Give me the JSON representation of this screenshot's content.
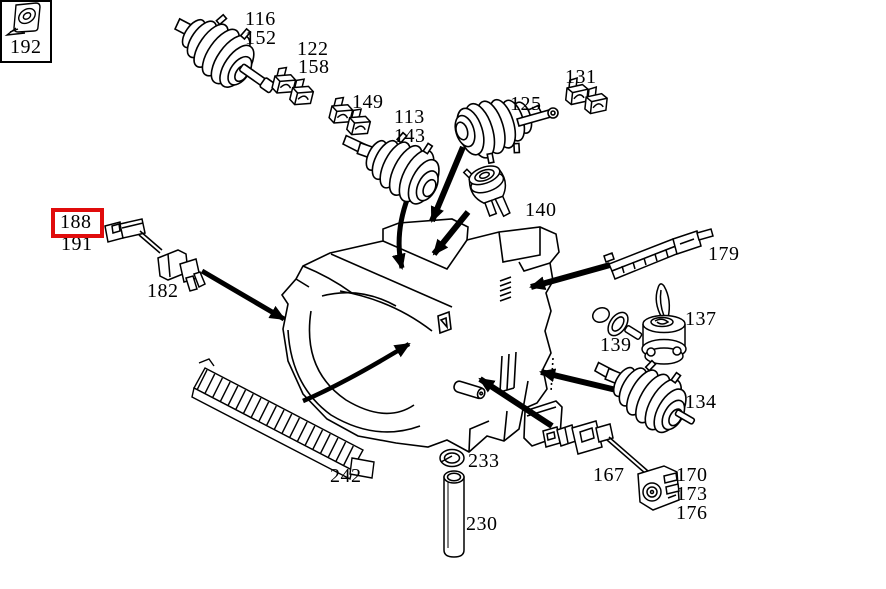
{
  "diagram": {
    "background_color": "#ffffff",
    "line_color": "#000000",
    "highlight": {
      "part_number": "188",
      "color": "#e00c0c"
    },
    "legend_box": {
      "part_number": "192",
      "drawing": "switchover-valve"
    },
    "labels": {
      "p192": "192",
      "p116": "116",
      "p152": "152",
      "p122": "122",
      "p158": "158",
      "p149": "149",
      "p113": "113",
      "p143": "143",
      "p125": "125",
      "p131": "131",
      "p140": "140",
      "p188": "188",
      "p191": "191",
      "p182": "182",
      "p179": "179",
      "p137": "137",
      "p139": "139",
      "p134": "134",
      "p242": "242",
      "p233": "233",
      "p230": "230",
      "p167": "167",
      "p170": "170",
      "p173": "173",
      "p176": "176"
    },
    "parts": [
      {
        "numbers": [
          "192"
        ],
        "drawing": "switchover-valve-legend-icon"
      },
      {
        "numbers": [
          "116",
          "152"
        ],
        "drawing": "vacuum-actuator-bellows"
      },
      {
        "numbers": [
          "122",
          "158"
        ],
        "drawing": "clip-pair"
      },
      {
        "numbers": [
          "149"
        ],
        "drawing": "clip-pair"
      },
      {
        "numbers": [
          "113",
          "143"
        ],
        "drawing": "vacuum-actuator-bellows"
      },
      {
        "numbers": [
          "125"
        ],
        "drawing": "vacuum-actuator-bellows"
      },
      {
        "numbers": [
          "131"
        ],
        "drawing": "clip-pair"
      },
      {
        "numbers": [
          "140"
        ],
        "drawing": "check-valve"
      },
      {
        "numbers": [
          "188",
          "191"
        ],
        "drawing": "connector-with-cable"
      },
      {
        "numbers": [
          "182"
        ],
        "drawing": "connector-plug"
      },
      {
        "numbers": [
          "179"
        ],
        "drawing": "temperature-sensor-strip"
      },
      {
        "numbers": [
          "137"
        ],
        "drawing": "vacuum-servo"
      },
      {
        "numbers": [
          "139"
        ],
        "drawing": "grommet-valve"
      },
      {
        "numbers": [
          "134"
        ],
        "drawing": "vacuum-actuator-bellows"
      },
      {
        "numbers": [
          "242"
        ],
        "drawing": "filter-element"
      },
      {
        "numbers": [
          "233"
        ],
        "drawing": "clamp-ring"
      },
      {
        "numbers": [
          "230"
        ],
        "drawing": "hose-tube"
      },
      {
        "numbers": [
          "167",
          "170",
          "173",
          "176"
        ],
        "drawing": "cable-with-actuator"
      }
    ]
  }
}
